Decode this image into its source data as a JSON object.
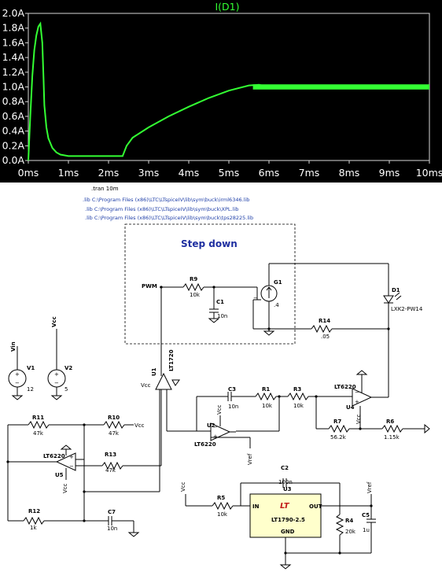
{
  "chart_data": {
    "type": "line",
    "title": "I(D1)",
    "xlabel": "",
    "ylabel": "",
    "xlim": [
      0,
      10
    ],
    "ylim": [
      0,
      2.0
    ],
    "x_ticks": [
      "0ms",
      "1ms",
      "2ms",
      "3ms",
      "4ms",
      "5ms",
      "6ms",
      "7ms",
      "8ms",
      "9ms",
      "10ms"
    ],
    "y_ticks": [
      "0.0A",
      "0.2A",
      "0.4A",
      "0.6A",
      "0.8A",
      "1.0A",
      "1.2A",
      "1.4A",
      "1.6A",
      "1.8A",
      "2.0A"
    ],
    "grid": false,
    "background": "#000000",
    "series": [
      {
        "name": "I(D1)",
        "color": "#33ff33",
        "x": [
          0,
          0.05,
          0.1,
          0.15,
          0.2,
          0.25,
          0.3,
          0.35,
          0.38,
          0.4,
          0.45,
          0.5,
          0.6,
          0.7,
          0.8,
          1.0,
          1.5,
          2.0,
          2.35,
          2.45,
          2.6,
          3.0,
          3.5,
          4.0,
          4.5,
          5.0,
          5.5,
          5.75,
          6.0,
          6.3,
          6.7,
          7.2,
          8.0,
          9.0,
          10.0
        ],
        "y": [
          0.0,
          0.6,
          1.15,
          1.5,
          1.7,
          1.82,
          1.86,
          1.6,
          1.1,
          0.75,
          0.45,
          0.3,
          0.17,
          0.11,
          0.08,
          0.06,
          0.06,
          0.06,
          0.06,
          0.2,
          0.31,
          0.45,
          0.6,
          0.73,
          0.85,
          0.95,
          1.02,
          1.03,
          1.0,
          0.99,
          1.0,
          1.0,
          1.0,
          1.0,
          1.0
        ],
        "band_x": [
          5.6,
          10.0
        ],
        "band_halfwidth": 0.035
      }
    ]
  },
  "directives": {
    "tran": ".tran 10m",
    "lib1": ".lib C:\\Program Files (x86)\\LTC\\LTspiceIV\\lib\\sym\\buck\\irml6346.lib",
    "lib2": ".lib C:\\Program Files (x86)\\LTC\\LTspiceIV\\lib\\sym\\buck\\XPL.lib",
    "lib3": ".lib C:\\Program Files (x86)\\LTC\\LTspiceIV\\lib\\sym\\buck\\tps28225.lib"
  },
  "schematic": {
    "step_down_label": "Step down",
    "pwm": "PWM",
    "r9": {
      "name": "R9",
      "value": "10k"
    },
    "c1": {
      "name": "C1",
      "value": "10n"
    },
    "g1": {
      "name": "G1",
      "value": ".4"
    },
    "r14": {
      "name": "R14",
      "value": ".05"
    },
    "d1": {
      "name": "D1",
      "value": "LXK2-PW14"
    },
    "vin": "Vin",
    "vcc_v2": "Vcc",
    "v1": {
      "name": "V1",
      "value": "12"
    },
    "v2": {
      "name": "V2",
      "value": "5"
    },
    "u1": {
      "name": "U1",
      "part": "LT1720",
      "vcc": "Vcc"
    },
    "c3": {
      "name": "C3",
      "value": "10n"
    },
    "r1": {
      "name": "R1",
      "value": "10k"
    },
    "r3": {
      "name": "R3",
      "value": "10k"
    },
    "u4": {
      "name": "U4",
      "part": "LT6220",
      "vcc": "Vcc"
    },
    "u2": {
      "name": "U2",
      "part": "LT6220",
      "vcc": "Vcc",
      "vref": "Vref"
    },
    "r7": {
      "name": "R7",
      "value": "56.2k"
    },
    "r6": {
      "name": "R6",
      "value": "1.15k"
    },
    "r11": {
      "name": "R11",
      "value": "47k"
    },
    "r10": {
      "name": "R10",
      "value": "47k",
      "vcc": "Vcc"
    },
    "u5": {
      "name": "U5",
      "part": "LT6220",
      "vcc": "Vcc"
    },
    "r13": {
      "name": "R13",
      "value": "47k"
    },
    "r12": {
      "name": "R12",
      "value": "1k"
    },
    "c7": {
      "name": "C7",
      "value": "10n"
    },
    "c2": {
      "name": "C2",
      "value": "100n"
    },
    "u3": {
      "name": "U3",
      "part": "LT1790-2.5",
      "in": "IN",
      "out": "OUT",
      "gnd": "GND"
    },
    "vcc_u3": "Vcc",
    "r5": {
      "name": "R5",
      "value": "10k"
    },
    "r4": {
      "name": "R4",
      "value": "20k"
    },
    "c5": {
      "name": "C5",
      "value": "1u"
    },
    "vref": "Vref",
    "logo": "LT"
  }
}
